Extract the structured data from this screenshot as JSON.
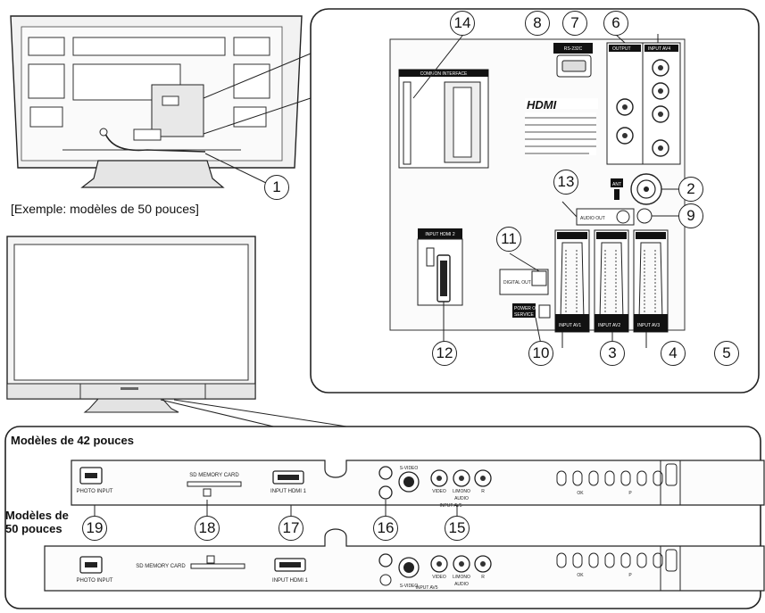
{
  "captions": {
    "example_50": "[Exemple:  modèles de 50 pouces]",
    "models_42": "Modèles de 42 pouces",
    "models_50_line1": "Modèles de",
    "models_50_line2": "50 pouces"
  },
  "callouts": [
    "1",
    "2",
    "3",
    "4",
    "5",
    "6",
    "7",
    "8",
    "9",
    "10",
    "11",
    "12",
    "13",
    "14",
    "15",
    "16",
    "17",
    "18",
    "19"
  ],
  "panel_labels": {
    "hdmi_logo": "HDMI",
    "common_interface": "COMMON INTERFACE",
    "input_hdmi2": "INPUT HDMI 2",
    "ant": "ANT",
    "input_2_av": "INPUT AV2",
    "input_1_av": "INPUT AV1",
    "input_3_av": "INPUT AV3",
    "output": "OUTPUT",
    "input_av4": "INPUT AV4",
    "rs232c": "RS-232C",
    "digital_out": "DIGITAL OUT",
    "power_on": "POWER ON",
    "service": "SERVICE",
    "audio_out": "AUDIO OUT"
  },
  "front_labels": {
    "photo_input": "PHOTO INPUT",
    "sd_memory_card": "SD MEMORY CARD",
    "input_hdmi1": "INPUT HDMI 1",
    "video": "VIDEO",
    "l_mono": "L/MONO",
    "r": "R",
    "audio": "AUDIO",
    "input_av5": "INPUT AV5",
    "s_video": "S-VIDEO",
    "ok": "OK",
    "p": "P"
  }
}
